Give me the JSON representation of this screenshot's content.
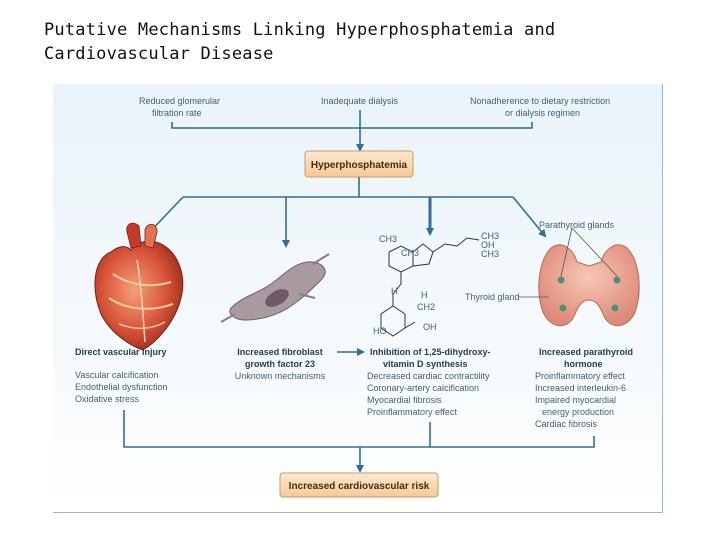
{
  "title_line1": "Putative Mechanisms Linking Hyperphosphatemia and",
  "title_line2": "Cardiovascular Disease",
  "causes": {
    "renal_l1": "Reduced glomerular",
    "renal_l2": "filtration rate",
    "dialysis": "Inadequate dialysis",
    "adherence_l1": "Nonadherence to dietary restriction",
    "adherence_l2": "or dialysis regimen"
  },
  "center_box": "Hyperphosphatemia",
  "image_labels": {
    "parathyroid": "Parathyroid glands",
    "thyroid": "Thyroid gland"
  },
  "molecule_labels": {
    "ch3_a": "CH3",
    "ch3_b": "CH3",
    "oh": "OH",
    "ch3_c": "CH3",
    "ch3_d": "CH3",
    "h_a": "H",
    "h_b": "H",
    "ch2": "CH2",
    "ho": "HO",
    "oh2": "OH"
  },
  "mechanisms": {
    "vascular": {
      "heading": "Direct vascular injury",
      "items": [
        "Vascular calcification",
        "Endothelial dysfunction",
        "Oxidative stress"
      ]
    },
    "fgf23": {
      "heading_l1": "Increased fibroblast",
      "heading_l2": "growth factor 23",
      "items": [
        "Unknown mechanisms"
      ]
    },
    "vitd": {
      "heading_l1": "Inhibition of 1,25-dihydroxy-",
      "heading_l2": "vitamin D synthesis",
      "items": [
        "Decreased cardiac contractility",
        "Coronary-artery calcification",
        "Myocardial fibrosis",
        "Proinflammatory effect"
      ]
    },
    "pth": {
      "heading_l1": "Increased parathyroid",
      "heading_l2": "hormone",
      "items": [
        "Proinflammatory effect",
        "Increased interleukin-6",
        "Impaired myocardial",
        "energy production",
        "Cardiac fibrosis"
      ]
    }
  },
  "outcome_box": "Increased cardiovascular risk"
}
